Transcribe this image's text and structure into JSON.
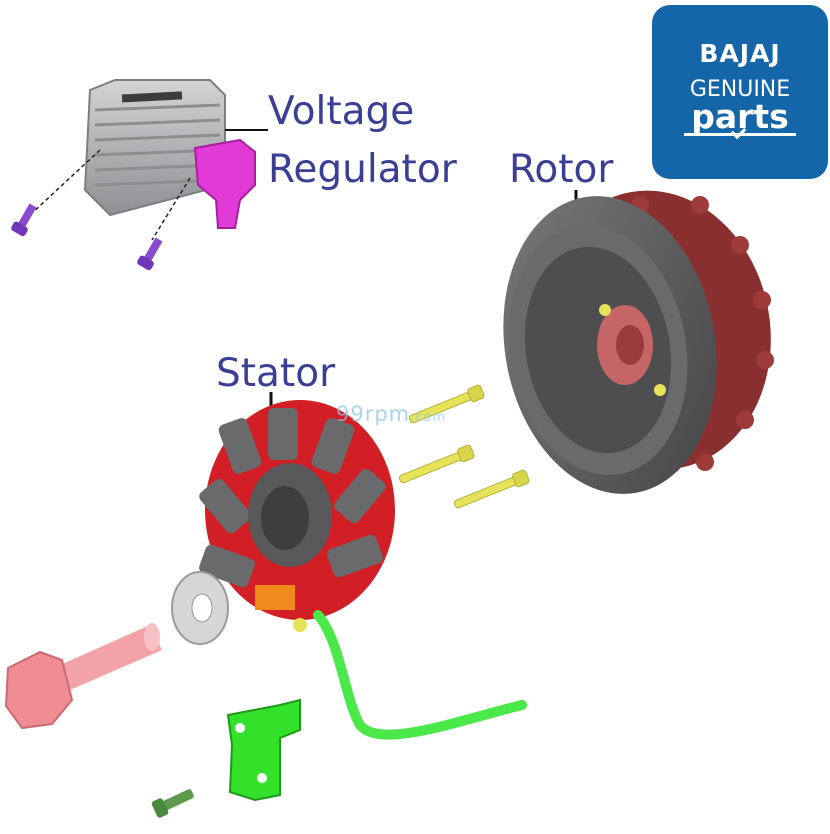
{
  "labels": {
    "voltage_line1": "Voltage",
    "voltage_line2": "Regulator",
    "rotor": "Rotor",
    "stator": "Stator"
  },
  "watermark": {
    "main": "99rpm",
    "suffix": ".com"
  },
  "logo": {
    "brand": "BAJAJ",
    "genuine": "GENUINE",
    "parts": "parts"
  },
  "colors": {
    "label_text": "#3a3f95",
    "logo_bg": "#1566a8",
    "logo_text": "#ffffff",
    "watermark": "#8ec8e6",
    "rotor_body": "#5e5e60",
    "rotor_teeth": "#8a2f2f",
    "stator_coils": "#d11f25",
    "stator_core": "#6a6a6c",
    "bolt_yellow": "#e6e35a",
    "bolt_pink": "#f2a3a8",
    "bracket_green": "#33e02a",
    "wire_green": "#4be84a",
    "screw_purple": "#8a4ad0",
    "connector_magenta": "#e23ad6",
    "regulator_gray": "#b4b6b9"
  }
}
